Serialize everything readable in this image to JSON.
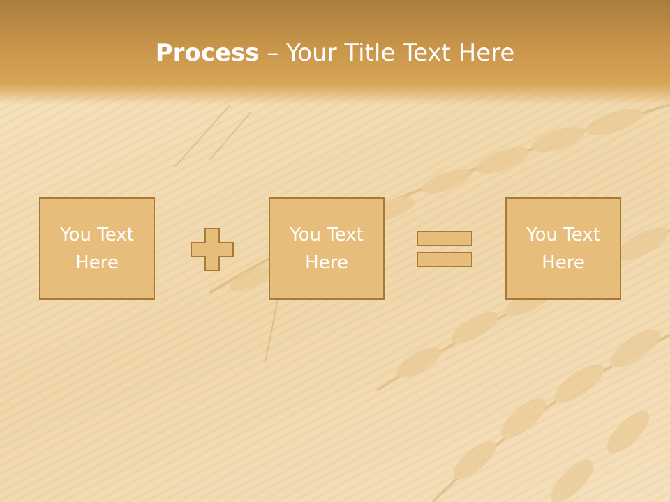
{
  "slide": {
    "title_bold": "Process",
    "title_rest": " – Your Title Text Here",
    "boxes": [
      {
        "text": "You Text Here"
      },
      {
        "text": "You Text Here"
      },
      {
        "text": "You Text Here"
      }
    ],
    "operators": [
      "plus-icon",
      "equals-icon"
    ]
  },
  "colors": {
    "header": "#c8954a",
    "box_fill": "#e6bd7a",
    "box_border": "#a9793a",
    "text": "#ffffff"
  }
}
